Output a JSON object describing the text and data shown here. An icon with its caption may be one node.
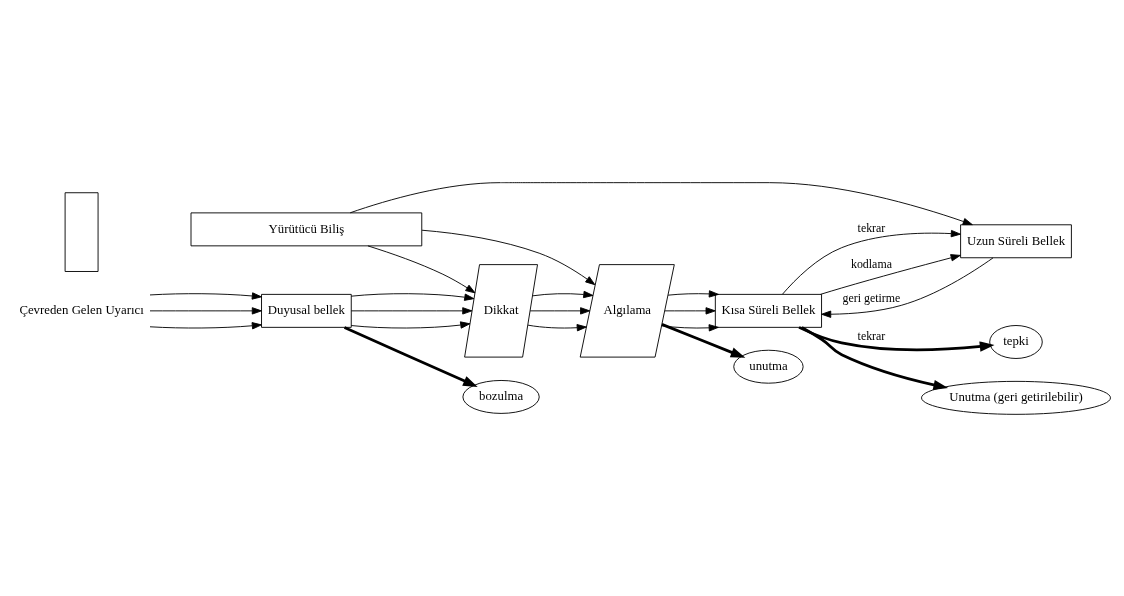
{
  "diagram": {
    "nodes": [
      {
        "text": [
          "Yürütücü Biliş"
        ]
      },
      {
        "text": [
          "Çevreden Gelen Uyarıcı"
        ]
      },
      {
        "text": [
          "Duyusal bellek"
        ]
      },
      {
        "text": [
          "Dikkat"
        ]
      },
      {
        "text": [
          "Algılama"
        ]
      },
      {
        "text": [
          "Kısa Süreli Bellek"
        ]
      },
      {
        "text": [
          "Uzun Süreli Bellek"
        ]
      },
      {
        "text": [
          "tepki"
        ]
      },
      {
        "text": [
          "bozulma"
        ]
      },
      {
        "text": [
          "unutma"
        ]
      },
      {
        "text": [
          "Unutma (geri getirilebilir)"
        ]
      },
      {
        "text": [],
        "shape": "box"
      }
    ],
    "edges": [
      {
        "from": 1,
        "to": 2,
        "arrow": "to"
      },
      {
        "from": 1,
        "to": 2,
        "arrow": "to"
      },
      {
        "from": 1,
        "to": 2,
        "arrow": "to"
      },
      {
        "from": 2,
        "to": 3,
        "arrow": "to"
      },
      {
        "from": 2,
        "to": 3,
        "arrow": "to"
      },
      {
        "from": 2,
        "to": 3,
        "arrow": "to"
      },
      {
        "from": 3,
        "to": 4,
        "arrow": "to"
      },
      {
        "from": 3,
        "to": 4,
        "arrow": "to"
      },
      {
        "from": 3,
        "to": 4,
        "arrow": "to"
      },
      {
        "from": 4,
        "to": 5,
        "arrow": "to"
      },
      {
        "from": 4,
        "to": 5,
        "arrow": "to"
      },
      {
        "from": 4,
        "to": 5,
        "arrow": "to"
      },
      {
        "from": 0,
        "to": 3,
        "arrow": "to"
      },
      {
        "from": 0,
        "to": 4,
        "arrow": "to"
      },
      {
        "from": 0,
        "to": 6,
        "arrow": "to"
      },
      {
        "from": 5,
        "to": 6,
        "arrow": "to",
        "label": "tekrar"
      },
      {
        "from": 5,
        "to": 6,
        "arrow": "to",
        "label": "kodlama"
      },
      {
        "from": 6,
        "to": 5,
        "arrow": "to",
        "label": "geri getirme"
      },
      {
        "from": 5,
        "to": 7,
        "arrow": "to",
        "label": "tekrar",
        "style": "thick"
      },
      {
        "from": 2,
        "to": 8,
        "arrow": "to",
        "style": "thick"
      },
      {
        "from": 4,
        "to": 9,
        "arrow": "to",
        "style": "thick"
      },
      {
        "from": 5,
        "to": 10,
        "arrow": "to",
        "style": "thick"
      }
    ]
  }
}
